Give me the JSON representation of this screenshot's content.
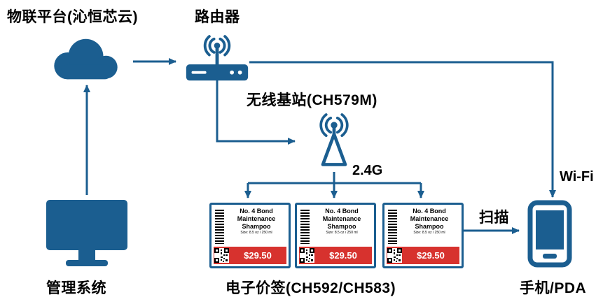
{
  "colors": {
    "primary_blue": "#1b5e90",
    "price_red": "#d7322e",
    "text": "#000000",
    "background": "#ffffff"
  },
  "nodes": {
    "iot_platform": {
      "label": "物联平台(沁恒芯云)"
    },
    "router": {
      "label": "路由器"
    },
    "base_station": {
      "label": "无线基站(CH579M)"
    },
    "management_system": {
      "label": "管理系统"
    },
    "esl_group": {
      "label": "电子价签(CH592/CH583)"
    },
    "phone": {
      "label": "手机/PDA"
    }
  },
  "link_labels": {
    "frequency": "2.4G",
    "wifi": "Wi-Fi",
    "scan": "扫描"
  },
  "price_tag": {
    "product_name": "No. 4 Bond Maintenance Shampoo",
    "size_text": "Size: 8.5 oz / 250 ml",
    "price": "$29.50"
  }
}
